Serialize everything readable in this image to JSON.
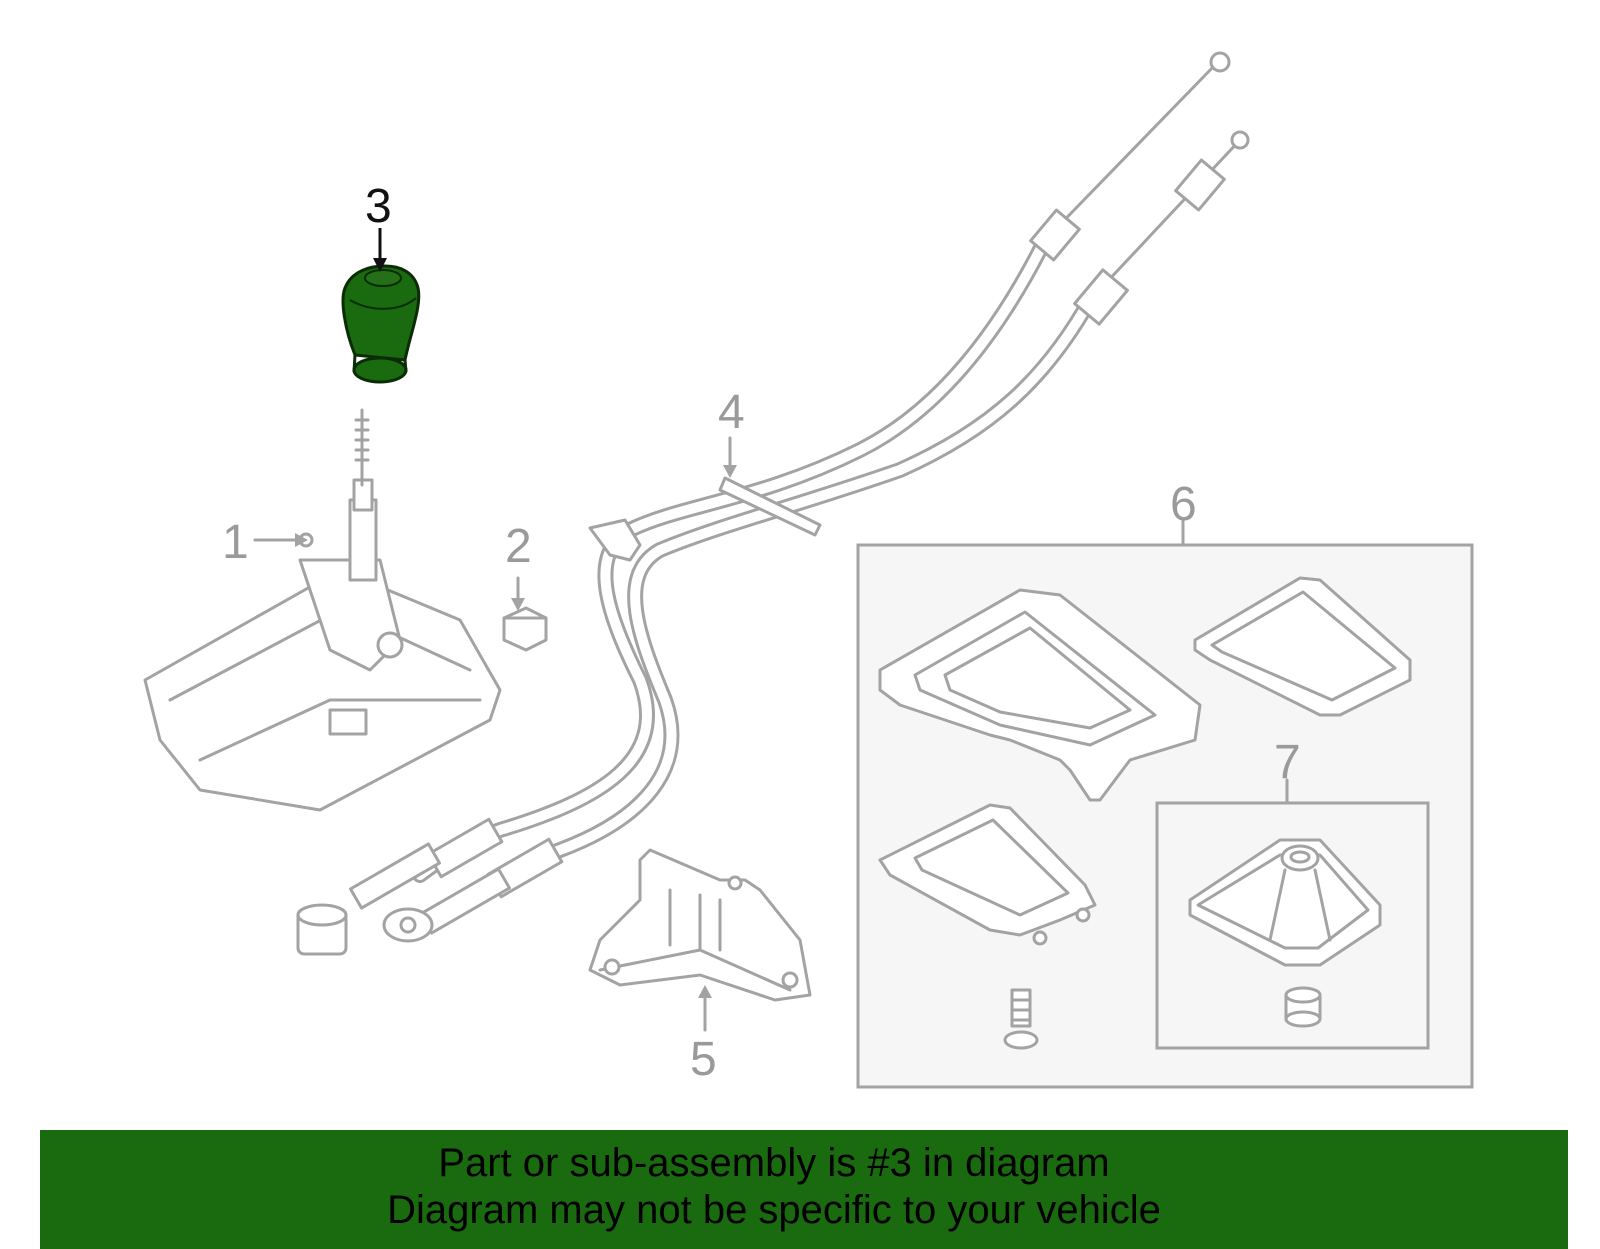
{
  "callouts": {
    "c1": "1",
    "c2": "2",
    "c3": "3",
    "c4": "4",
    "c5": "5",
    "c6": "6",
    "c7": "7"
  },
  "highlight": {
    "part_number": "3",
    "color": "#1a6a0f"
  },
  "banner": {
    "line1": "Part or sub-assembly is #3 in diagram",
    "line2": "Diagram may not be specific to your vehicle",
    "background": "#1a6a0f"
  }
}
